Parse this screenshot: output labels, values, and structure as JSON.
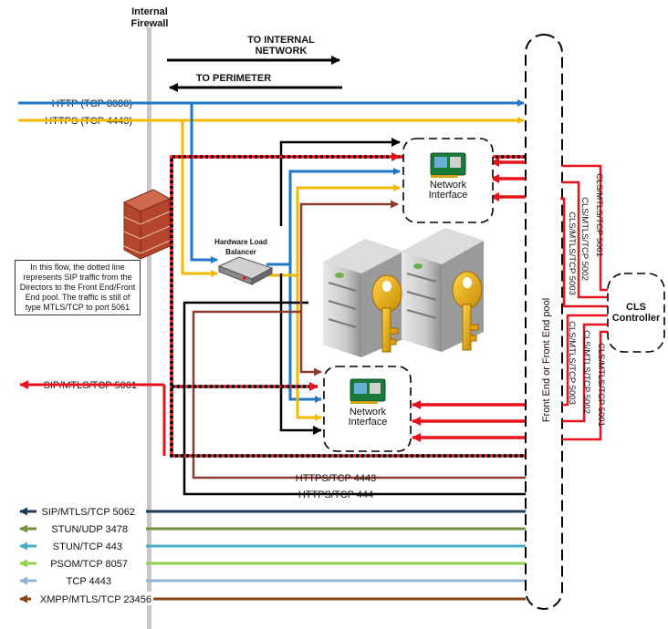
{
  "firewall": {
    "line1": "Internal",
    "line2": "Firewall"
  },
  "direction": {
    "internal_line1": "TO INTERNAL",
    "internal_line2": "NETWORK",
    "perimeter": "TO PERIMETER"
  },
  "top_protocols": {
    "http": "HTTP (TCP 8080)",
    "https": "HTTPS (TCP 4443)"
  },
  "load_balancer": {
    "line1": "Hardware Load",
    "line2": "Balancer"
  },
  "nic": {
    "line1": "Network",
    "line2": "Interface"
  },
  "note": "In this flow, the dotted line represents SIP traffic from the Directors to the Front End/Front End pool. The traffic is still of type MTLS/TCP to port 5061",
  "sip_left": "SIP/MTLS/TCP 5061",
  "https_lines": {
    "a": "HTTPS/TCP 4443",
    "b": "HTTPS/TCP 444"
  },
  "bottom_protocols": [
    {
      "label": "SIP/MTLS/TCP 5062",
      "color": "#1f3b5c"
    },
    {
      "label": "STUN/UDP 3478",
      "color": "#76923c"
    },
    {
      "label": "STUN/TCP 443",
      "color": "#4bacc6"
    },
    {
      "label": "PSOM/TCP 8057",
      "color": "#92d050"
    },
    {
      "label": "TCP 4443",
      "color": "#95b3d7"
    },
    {
      "label": "XMPP/MTLS/TCP 23456",
      "color": "#8b4513"
    }
  ],
  "pool": "Front End or Front End pool",
  "cls_ports": {
    "p5001": "CLS/MTLS/TCP 5001",
    "p5002": "CLS/MTLS/TCP 5002",
    "p5003": "CLS/MTLS/TCP 5003"
  },
  "cls_controller": {
    "line1": "CLS",
    "line2": "Controller"
  },
  "colors": {
    "http": "#1f77c8",
    "https": "#f5b800",
    "sip": "#e8121c",
    "brown": "#8b3a2e",
    "firewall": "#c8c8c8"
  }
}
